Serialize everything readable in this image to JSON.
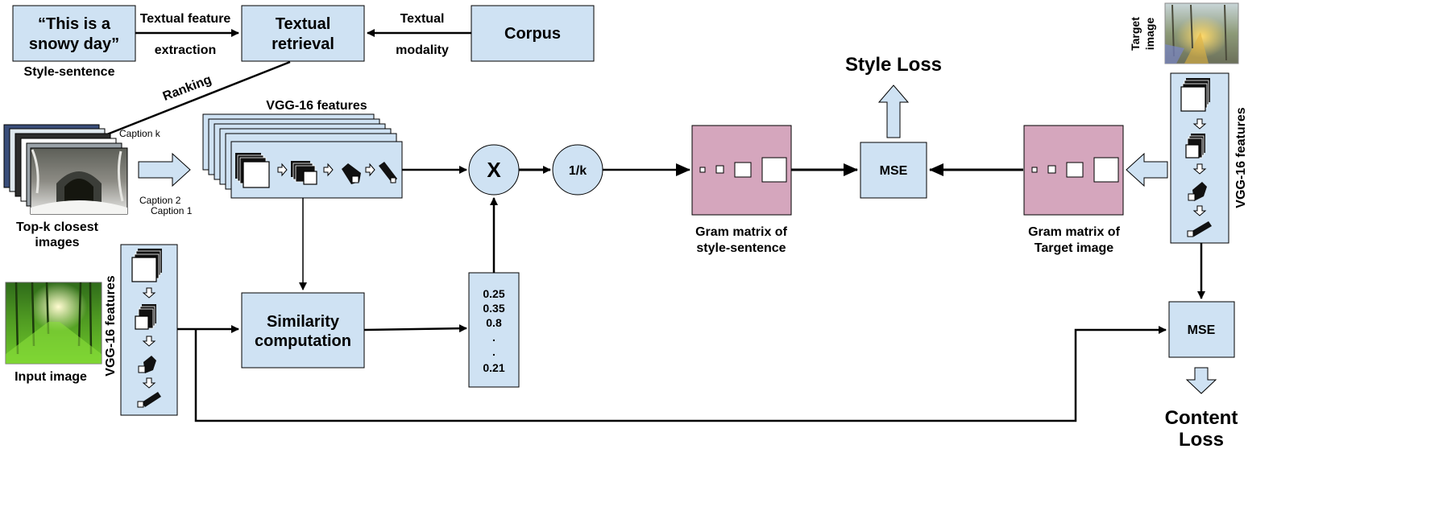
{
  "colors": {
    "box_fill": "#cfe2f3",
    "gram_fill": "#d5a6bd",
    "stroke": "#000000"
  },
  "top_row": {
    "style_sentence_box": {
      "line1": "“This is a",
      "line2": "snowy day”"
    },
    "style_sentence_label": "Style-sentence",
    "textual_feature_label": {
      "line1": "Textual feature",
      "line2": "extraction"
    },
    "textual_retrieval_box": {
      "line1": "Textual",
      "line2": "retrieval"
    },
    "textual_modality_label": {
      "line1": "Textual",
      "line2": "modality"
    },
    "corpus_box": "Corpus",
    "ranking_label": "Ranking"
  },
  "topk": {
    "caption_k": "Caption k",
    "caption_2": "Caption 2",
    "caption_1": "Caption 1",
    "label": {
      "line1": "Top-k closest",
      "line2": "images"
    }
  },
  "vgg_top_label": "VGG-16 features",
  "multiply_symbol": "X",
  "divide_symbol": "1/k",
  "weights": [
    "0.25",
    "0.35",
    "0.8",
    ".",
    ".",
    "0.21"
  ],
  "similarity_box": {
    "line1": "Similarity",
    "line2": "computation"
  },
  "input_image_label": "Input image",
  "vgg_left_label": "VGG-16 features",
  "style_loss_label": "Style Loss",
  "mse_style": "MSE",
  "mse_content": "MSE",
  "content_loss_label": {
    "line1": "Content",
    "line2": "Loss"
  },
  "gram_style_label": {
    "line1": "Gram matrix of",
    "line2": "style-sentence"
  },
  "gram_target_label": {
    "line1": "Gram matrix of",
    "line2": "Target image"
  },
  "target_image_label": {
    "line1": "Target",
    "line2": "image"
  },
  "vgg_right_label": "VGG-16 features"
}
